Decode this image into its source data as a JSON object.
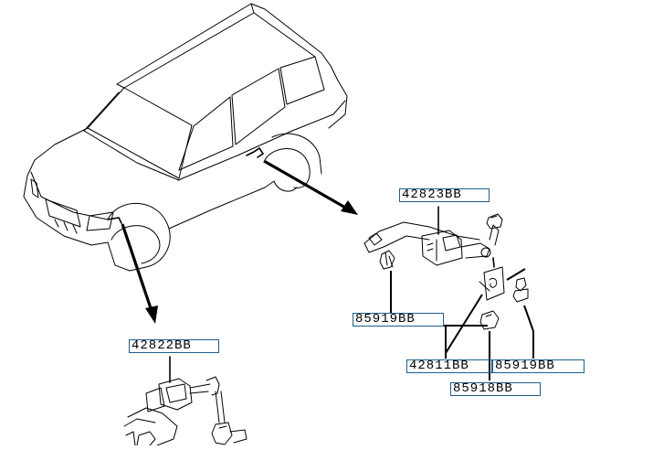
{
  "labels": {
    "sensor_front": "42822BB",
    "sensor_rear": "42823BB",
    "bolt_rear_left": "85919BB",
    "link_rear": "42811BB",
    "bolt_rear_right": "85919BB",
    "nut_rear": "85918BB"
  },
  "colors": {
    "label_border": "#1f5f8b",
    "line": "#000000",
    "background": "#ffffff"
  },
  "icons": {
    "vehicle": "suv-outline",
    "arrows": "direction-arrow"
  }
}
